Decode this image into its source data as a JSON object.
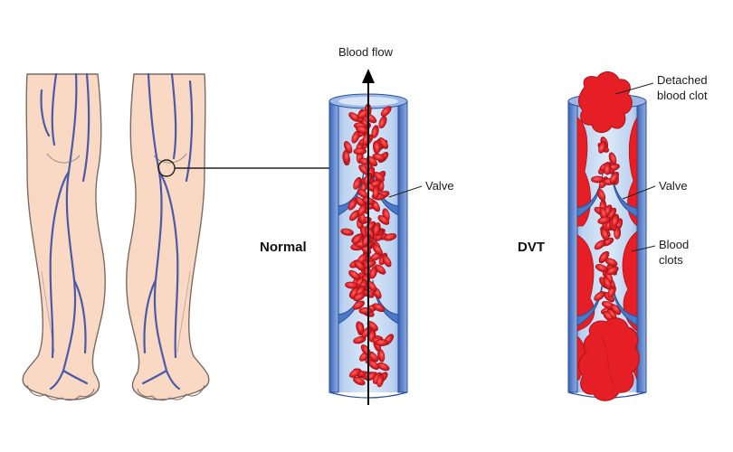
{
  "labels": {
    "blood_flow": "Blood flow",
    "normal": "Normal",
    "dvt": "DVT",
    "valve_normal": "Valve",
    "valve_dvt": "Valve",
    "detached_clot_line1": "Detached",
    "detached_clot_line2": "blood clot",
    "clots_line1": "Blood",
    "clots_line2": "clots"
  },
  "colors": {
    "skin": "#f9d9c4",
    "skin_outline": "#7a6a66",
    "vein": "#4a5aa8",
    "vessel_wall": "#9bb6e0",
    "vessel_inner": "#c8daf2",
    "vessel_dark": "#3f6cc0",
    "red_cell": "#e8262a",
    "red_cell_dark": "#b0141a",
    "clot": "#e51f25",
    "arrow": "#000000"
  },
  "icons": {
    "legs": "legs-illustration-icon",
    "normal_vein": "normal-vein-icon",
    "dvt_vein": "dvt-vein-icon",
    "flow_arrow": "arrow-up-icon"
  }
}
